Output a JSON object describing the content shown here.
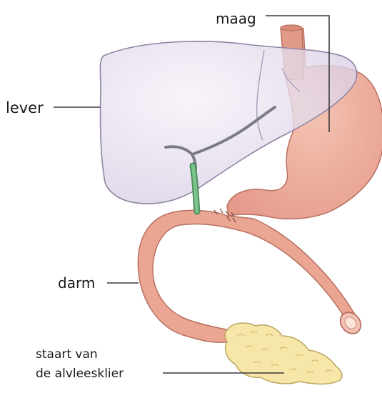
{
  "labels": {
    "stomach": "maag",
    "liver": "lever",
    "intestine": "darm",
    "pancreas_tail_line1": "staart van",
    "pancreas_tail_line2": "de alvleesklier"
  },
  "colors": {
    "liver_fill": "#e3dcec",
    "liver_outline": "#8e82a3",
    "gut_fill": "#eaa593",
    "gut_outline": "#b7705f",
    "bile_duct": "#5aa86a",
    "duct_grey": "#7b7b86",
    "pancreas_fill": "#f6e7a8",
    "pancreas_outline": "#b9a560",
    "leader_line": "#3a3a3a"
  }
}
